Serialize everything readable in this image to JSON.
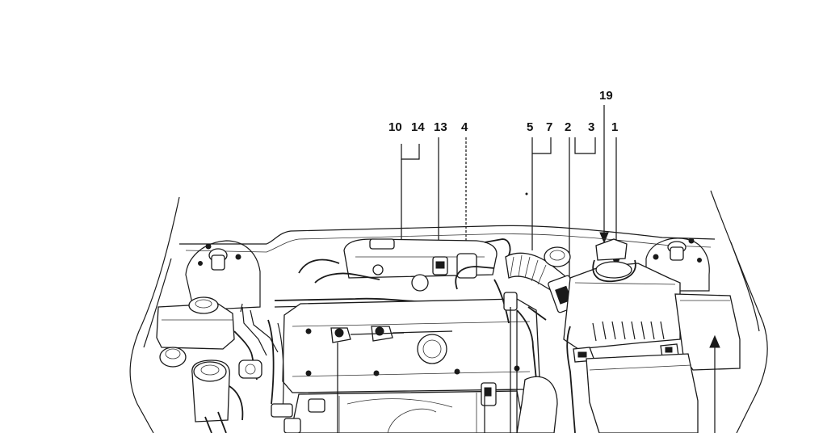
{
  "callouts": {
    "c10": "10",
    "c14": "14",
    "c13": "13",
    "c4": "4",
    "c5": "5",
    "c7": "7",
    "c2": "2",
    "c3": "3",
    "c1": "1",
    "c19": "19"
  },
  "icons": {
    "engine": "engine-bay-illustration",
    "arrow": "arrow-up-icon"
  }
}
